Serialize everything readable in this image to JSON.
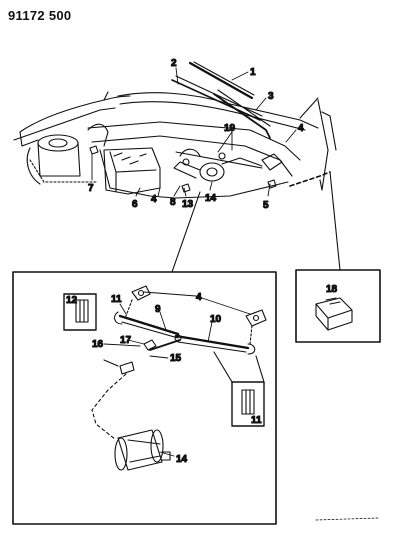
{
  "header": {
    "figure_code": "91172 500"
  },
  "callouts": {
    "c1": "1",
    "c2": "2",
    "c3": "3",
    "c4": "4",
    "c5": "5",
    "c6": "6",
    "c7": "7",
    "c8": "8",
    "c13": "13",
    "c14": "14",
    "c19": "19",
    "c4b": "4"
  },
  "detail": {
    "c4": "4",
    "c9": "9",
    "c10": "10",
    "c11": "11",
    "c12": "12",
    "c14": "14",
    "c15": "15",
    "c16": "16",
    "c17": "17",
    "c11b": "11"
  },
  "module": {
    "c18": "18"
  },
  "colors": {
    "ink": "#111111",
    "paper": "#ffffff"
  }
}
